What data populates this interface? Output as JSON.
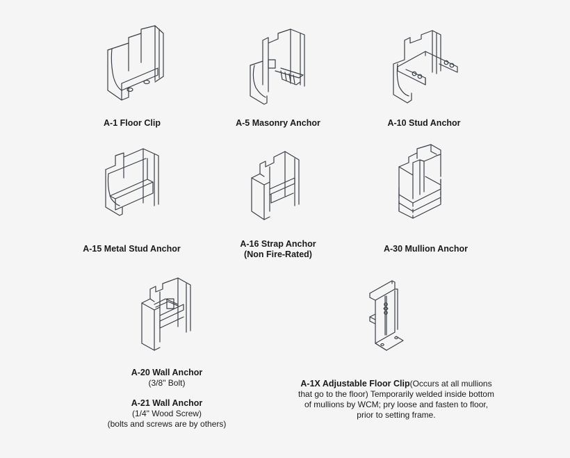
{
  "figures": [
    {
      "id": "A-1",
      "title": "A-1 Floor Clip",
      "notes": []
    },
    {
      "id": "A-5",
      "title": "A-5 Masonry Anchor",
      "notes": []
    },
    {
      "id": "A-10",
      "title": "A-10 Stud Anchor",
      "notes": []
    },
    {
      "id": "A-15",
      "title": "A-15 Metal Stud Anchor",
      "notes": []
    },
    {
      "id": "A-16",
      "title": "A-16 Strap Anchor",
      "notes": [
        "(Non Fire-Rated)"
      ]
    },
    {
      "id": "A-30",
      "title": "A-30 Mullion Anchor",
      "notes": []
    },
    {
      "id": "A-20",
      "title": "A-20 Wall Anchor",
      "notes": [
        "(3/8\" Bolt)"
      ]
    },
    {
      "id": "A-21",
      "title": "A-21 Wall Anchor",
      "notes": [
        "(1/4\" Wood Screw)",
        "(bolts and screws are by others)"
      ]
    },
    {
      "id": "A-1X",
      "title": "A-1X Adjustable Floor Clip",
      "description": "(Occurs at all mullions that go to the floor) Temporarily welded inside bottom of mullions by WCM; pry loose and fasten to floor, prior to setting frame.",
      "desc_lines": [
        "(Occurs at all mullions",
        "that go to the floor) Temporarily welded inside bottom",
        "of mullions by WCM; pry loose and fasten to floor,",
        "prior to setting frame."
      ]
    }
  ],
  "colors": {
    "background": "#f5f5f5",
    "line": "#3a3f45",
    "text": "#1a1a1a"
  }
}
